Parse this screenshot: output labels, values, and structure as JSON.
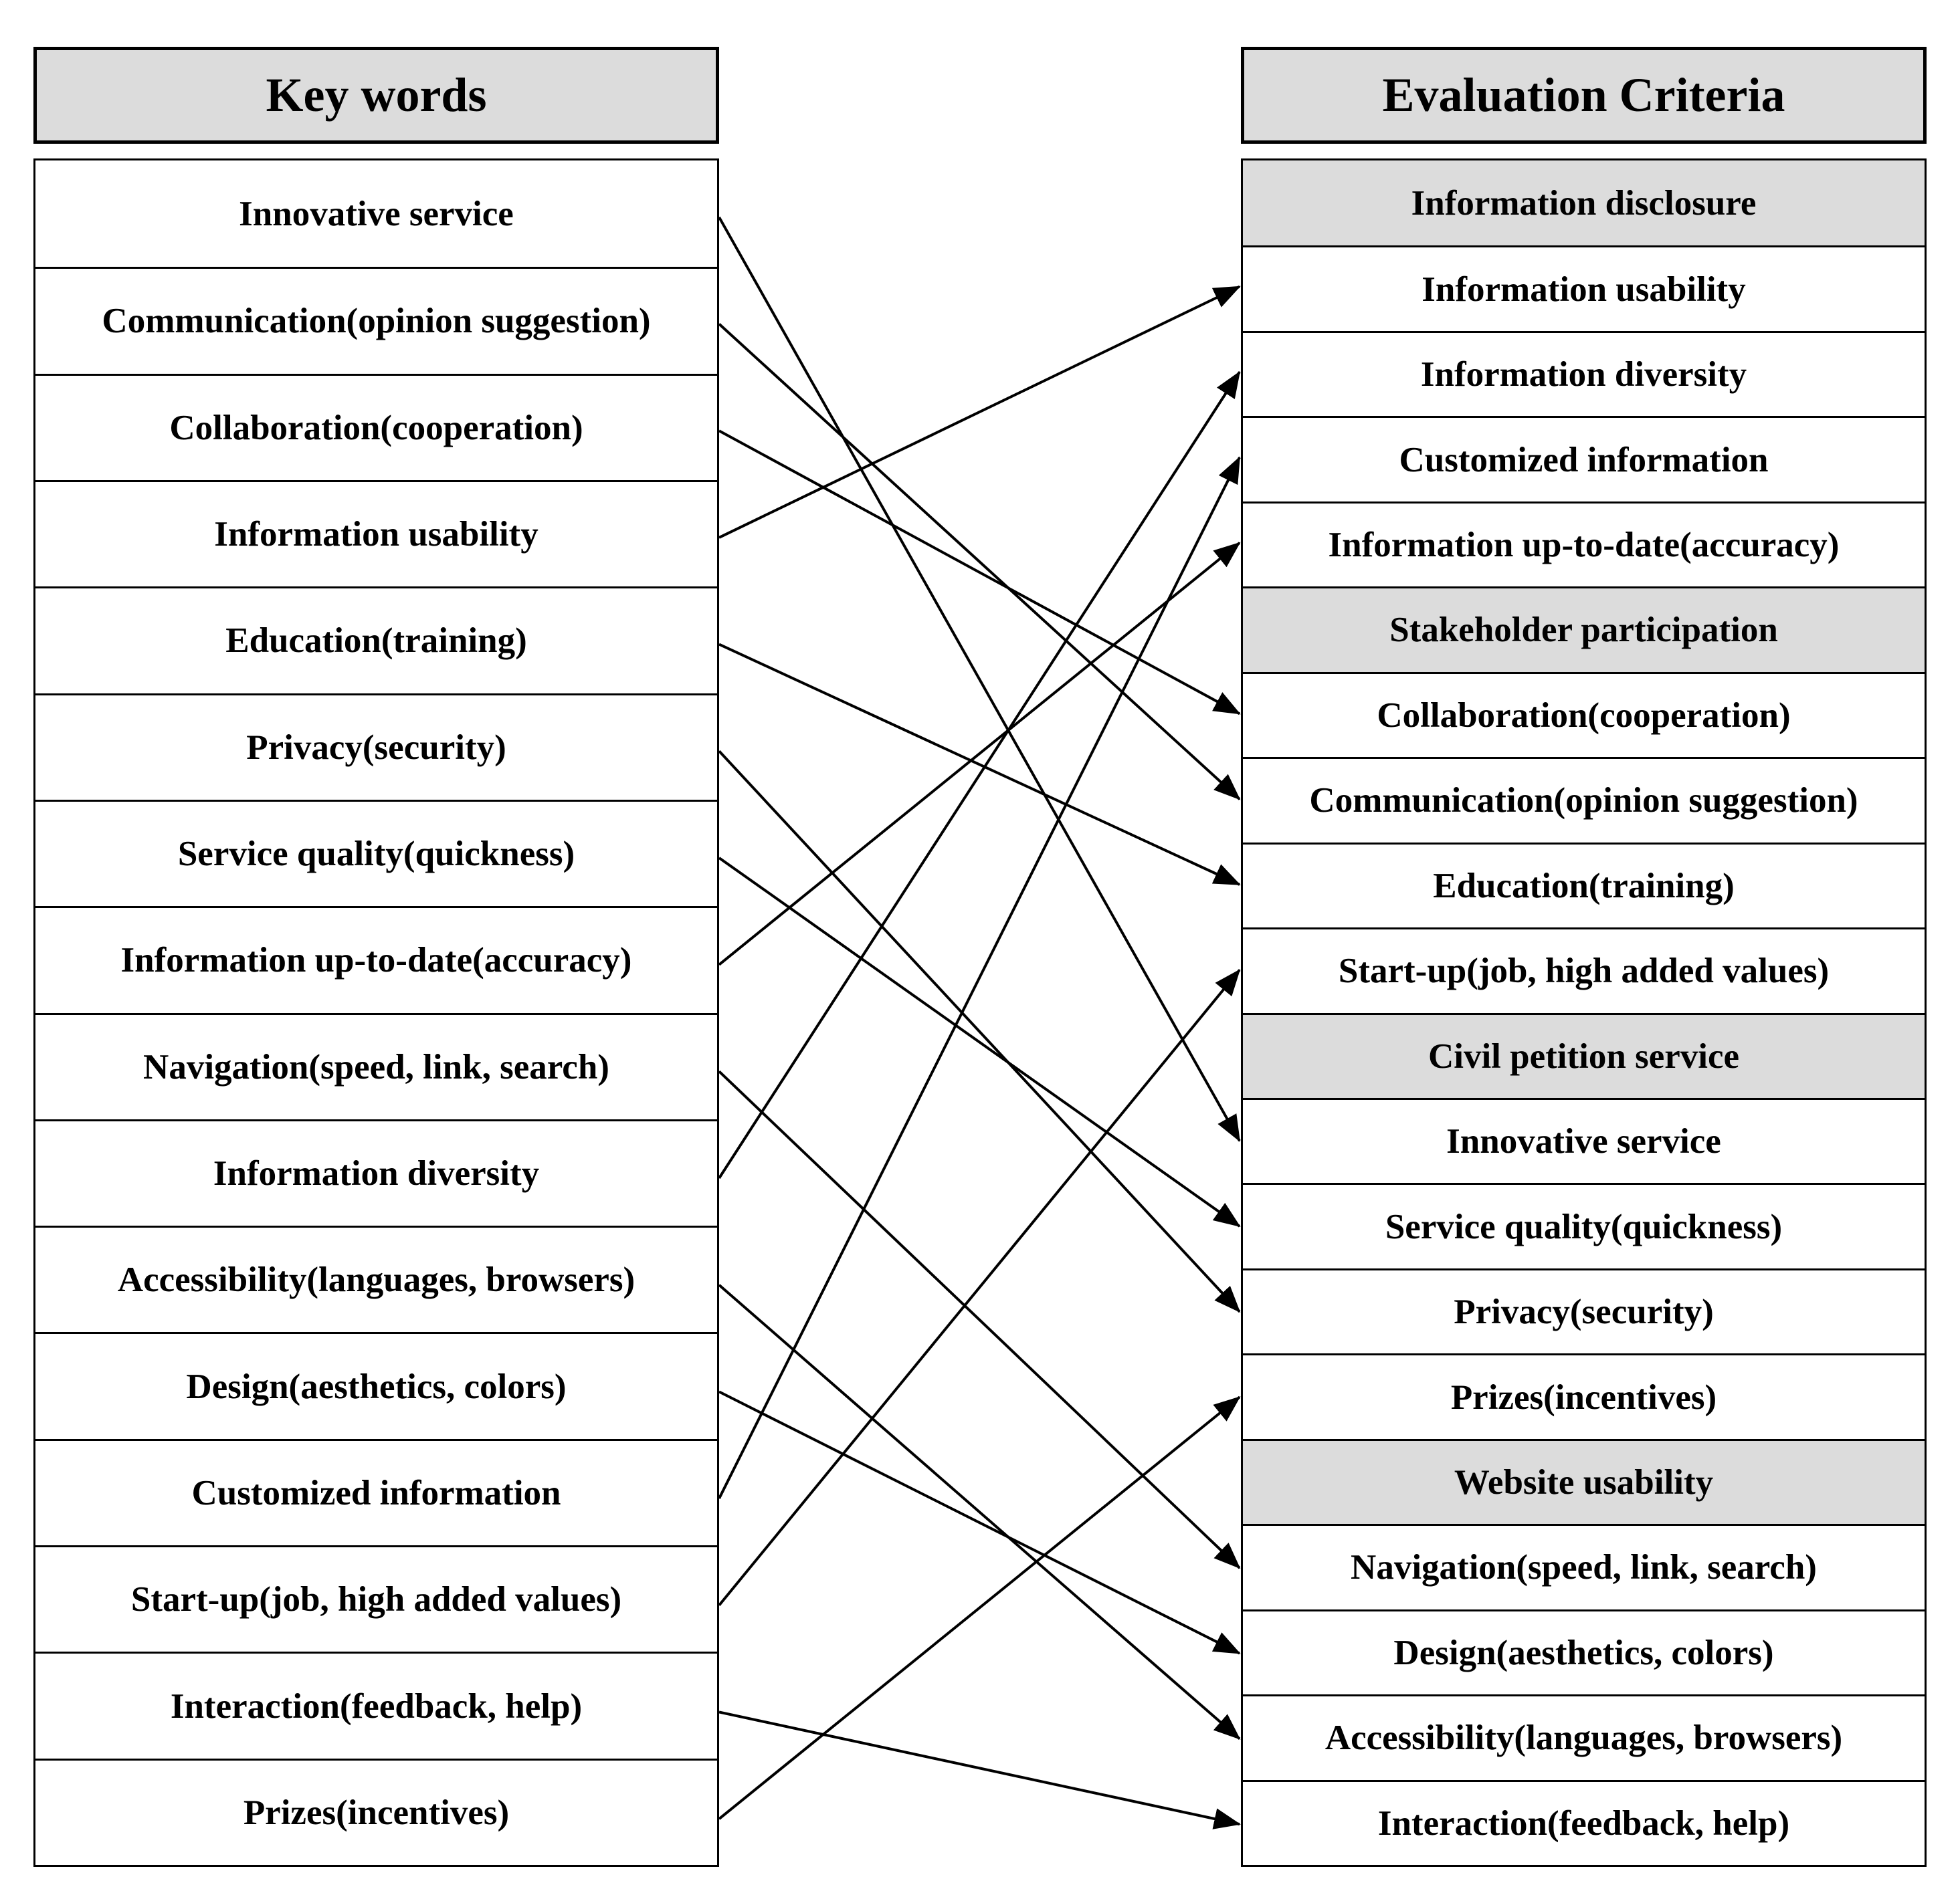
{
  "left": {
    "title": "Key words",
    "items": [
      "Innovative service",
      "Communication(opinion  suggestion)",
      "Collaboration(cooperation)",
      "Information  usability",
      "Education(training)",
      "Privacy(security)",
      "Service quality(quickness)",
      "Information  up-to-date(accuracy)",
      "Navigation(speed, link,  search)",
      "Information  diversity",
      "Accessibility(languages, browsers)",
      "Design(aesthetics, colors)",
      "Customized  information",
      "Start-up(job,  high added values)",
      "Interaction(feedback, help)",
      "Prizes(incentives)"
    ]
  },
  "right": {
    "title": "Evaluation Criteria",
    "items": [
      {
        "text": "Information  disclosure",
        "header": true
      },
      {
        "text": "Information  usability",
        "header": false
      },
      {
        "text": "Information  diversity",
        "header": false
      },
      {
        "text": "Customized  information",
        "header": false
      },
      {
        "text": "Information  up-to-date(accuracy)",
        "header": false
      },
      {
        "text": "Stakeholder participation",
        "header": true
      },
      {
        "text": "Collaboration(cooperation)",
        "header": false
      },
      {
        "text": "Communication(opinion  suggestion)",
        "header": false
      },
      {
        "text": "Education(training)",
        "header": false
      },
      {
        "text": "Start-up(job,  high added values)",
        "header": false
      },
      {
        "text": "Civil petition service",
        "header": true
      },
      {
        "text": "Innovative service",
        "header": false
      },
      {
        "text": "Service quality(quickness)",
        "header": false
      },
      {
        "text": "Privacy(security)",
        "header": false
      },
      {
        "text": "Prizes(incentives)",
        "header": false
      },
      {
        "text": "Website usability",
        "header": true
      },
      {
        "text": "Navigation(speed, link,  search)",
        "header": false
      },
      {
        "text": "Design(aesthetics, colors)",
        "header": false
      },
      {
        "text": "Accessibility(languages, browsers)",
        "header": false
      },
      {
        "text": "Interaction(feedback, help)",
        "header": false
      }
    ]
  },
  "links": [
    [
      0,
      11
    ],
    [
      1,
      7
    ],
    [
      2,
      6
    ],
    [
      3,
      1
    ],
    [
      4,
      8
    ],
    [
      5,
      13
    ],
    [
      6,
      12
    ],
    [
      7,
      4
    ],
    [
      8,
      16
    ],
    [
      9,
      2
    ],
    [
      10,
      18
    ],
    [
      11,
      17
    ],
    [
      12,
      3
    ],
    [
      13,
      9
    ],
    [
      14,
      19
    ],
    [
      15,
      14
    ]
  ],
  "colors": {
    "header_fill": "#dcdcdc",
    "line": "#000000"
  }
}
